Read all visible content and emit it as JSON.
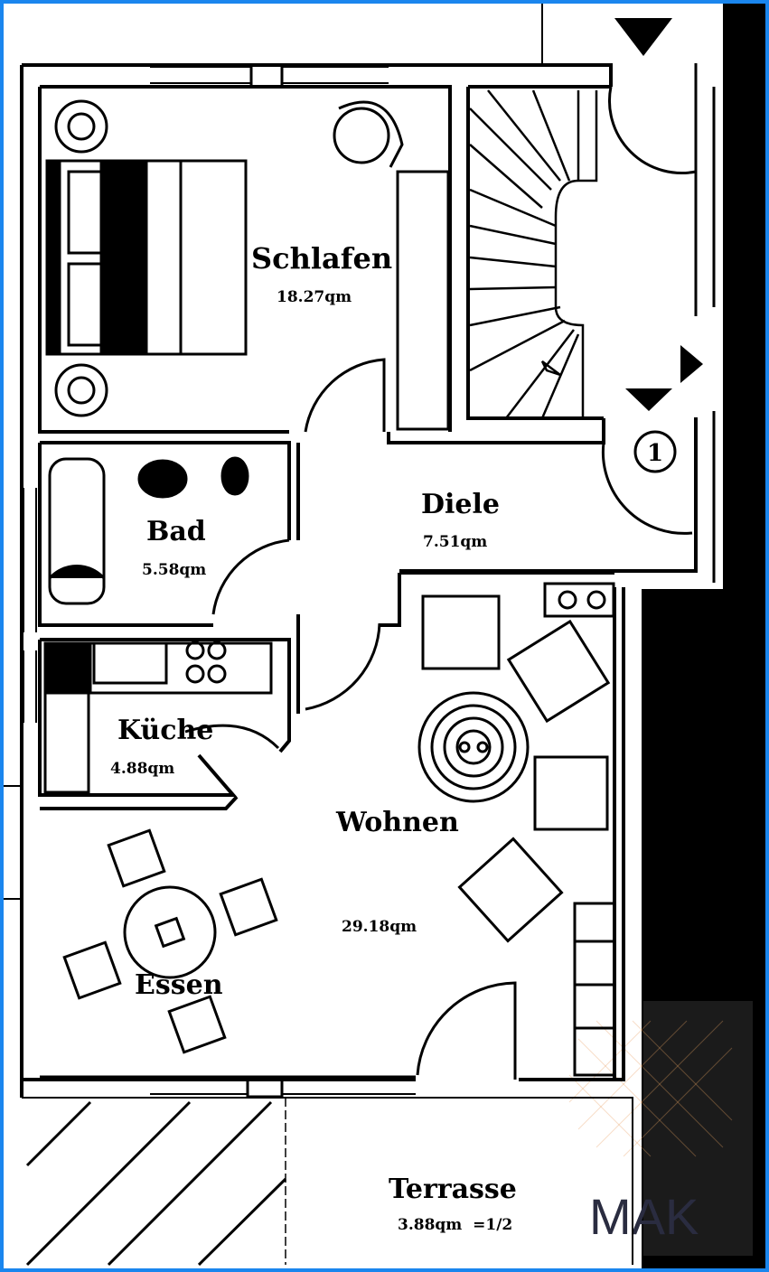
{
  "plan": {
    "rooms": [
      {
        "name": "Schlafen",
        "area": "18.27qm"
      },
      {
        "name": "Diele",
        "area": "7.51qm"
      },
      {
        "name": "Bad",
        "area": "5.58qm"
      },
      {
        "name": "Küche",
        "area": "4.88qm"
      },
      {
        "name": "Wohnen",
        "area": "29.18qm"
      },
      {
        "name": "Essen",
        "area": ""
      },
      {
        "name": "Terrasse",
        "area": "3.88qm  =1/2"
      }
    ],
    "entrance_marker": "1",
    "watermark": "MAK"
  },
  "colors": {
    "border": "#1a86ee",
    "wall": "#000000",
    "background": "#ffffff",
    "watermark_box": "#1b1b1b"
  }
}
